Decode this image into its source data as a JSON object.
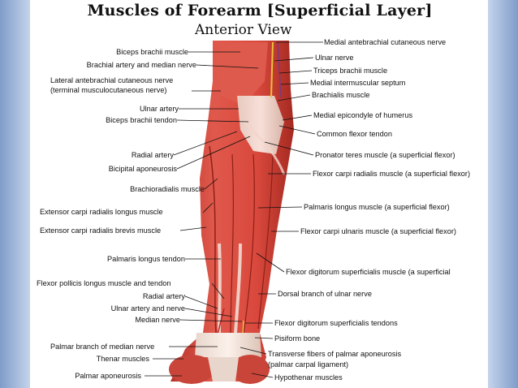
{
  "title": "Muscles of Forearm [Superficial Layer]",
  "subtitle": "Anterior View",
  "labels_left": [
    "Biceps brachii muscle",
    "Brachial artery and median nerve",
    "Lateral antebrachial cutaneous nerve",
    "(terminal musculocutaneous nerve)",
    "Ulnar artery",
    "Biceps brachii tendon",
    "Radial artery",
    "Bicipital aponeurosis",
    "Brachioradialis muscle",
    "Extensor carpi radialis longus muscle",
    "Extensor carpi radialis brevis muscle",
    "Palmaris longus tendon",
    "Flexor pollicis longus muscle and tendon",
    "Radial artery",
    "Ulnar artery and nerve",
    "Median nerve",
    "Palmar branch of median nerve",
    "Thenar muscles",
    "Palmar aponeurosis"
  ],
  "labels_right": [
    "Medial antebrachial cutaneous  nerve",
    "Ulnar nerve",
    "Triceps brachii muscle",
    "Medial intermuscular septum",
    "Brachialis muscle",
    "Medial epicondyle of humerus",
    "Common flexor tendon",
    "Pronator teres muscle (a superficial flexor)",
    "Flexor carpi radialis muscle (a superficial flexor)",
    "Palmaris longus muscle (a superficial flexor)",
    "Flexor carpi ulnaris muscle (a superficial flexor)",
    "Flexor digitorum superficialis muscle (a superficial",
    "Dorsal branch of ulnar nerve",
    "Flexor digitorum superficialis tendons",
    "Pisiform bone",
    "Transverse fibers of palmar aponeurosis",
    "(palmar carpal ligament)",
    "Hypothenar muscles"
  ]
}
